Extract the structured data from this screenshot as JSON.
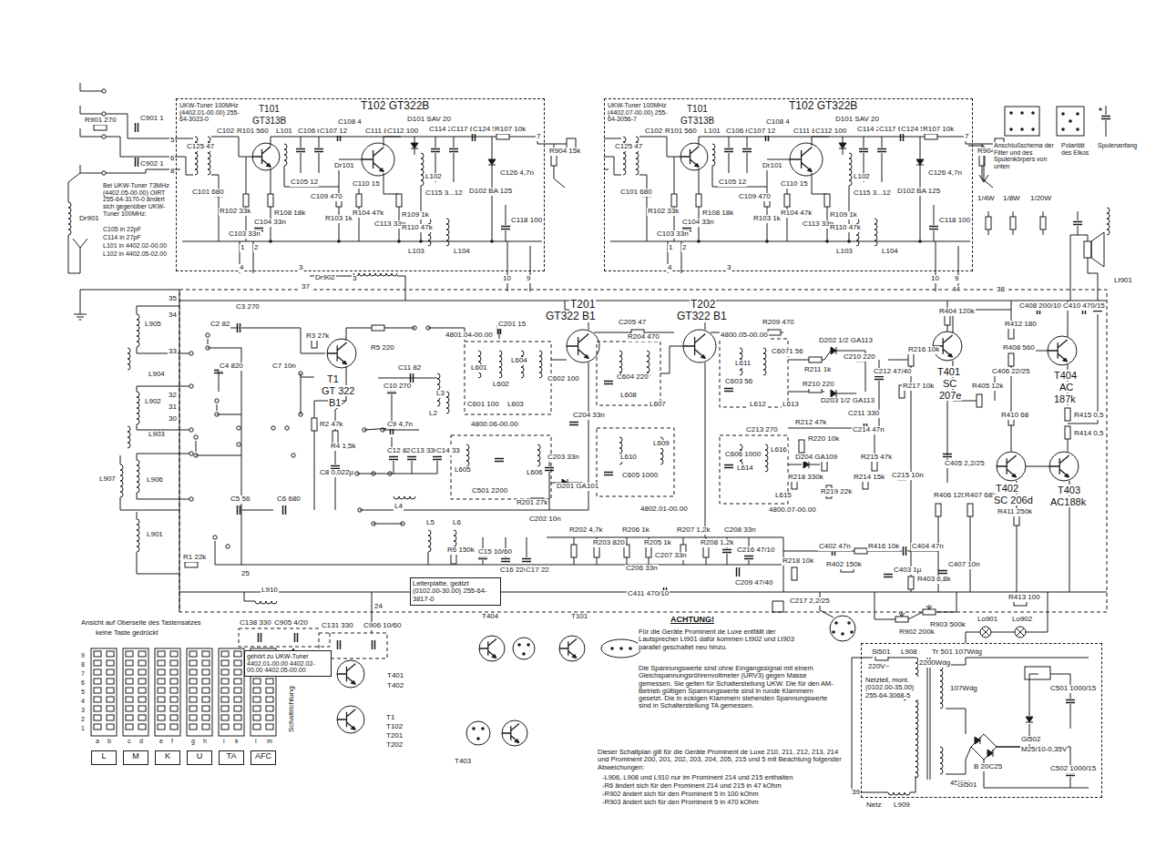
{
  "diagram": {
    "nodes": [
      {
        "text": [
          "UKW-Tuner 100MHz (4402.01-00.00) 255-64-3023-0"
        ]
      },
      {
        "text": [
          "UKW-Tuner 100MHz (4402.07-00.00) 255-64-3056-7"
        ]
      },
      {
        "text": [
          "Leiterplatte, geätzt (0102.00-30.00) 255-64-3817-0"
        ]
      },
      {
        "text": [
          "gehört zu UKW-Tuner 4402.01-00.00 4402.02-00.00 4402.05-00.00"
        ]
      },
      {
        "text": [
          "Netzteil, mont. (0102.00-35.00) 255-64-3068-5"
        ]
      },
      {
        "text": [
          "L"
        ]
      },
      {
        "text": [
          "M"
        ]
      },
      {
        "text": [
          "K"
        ]
      },
      {
        "text": [
          "U"
        ]
      },
      {
        "text": [
          "TA"
        ]
      },
      {
        "text": [
          "AFC"
        ]
      }
    ],
    "labels": [
      "T101",
      "GT313B",
      "T102 GT322B",
      "D101 SAV 20",
      "C125 47",
      "C102 56",
      "R101 560",
      "C101 680",
      "C103 33n",
      "R102 33k",
      "C104 33n",
      "R108 18k",
      "C105 12",
      "L101",
      "C106 6",
      "C107 12",
      "C108 4",
      "Dr101",
      "C109 470",
      "R103 1k",
      "C111 8",
      "C112 100",
      "C110 15",
      "R104 47k",
      "C113 33n",
      "R109 1k",
      "R110 47k",
      "L102",
      "C114 22",
      "C115 3...12",
      "C117 6",
      "C124 5",
      "R107 10k",
      "C126 4,7n",
      "D102 BA 125",
      "L103",
      "L104",
      "C118 100",
      "R904 15k",
      "1",
      "2",
      "3",
      "4",
      "10",
      "9",
      "7",
      "T101",
      "GT313B",
      "T102 GT322B",
      "D101 SAV 20",
      "C125 47",
      "C102 56",
      "R101 560",
      "C101 680",
      "C103 33n",
      "R102 33k",
      "C104 33n",
      "R108 18k",
      "C105 12",
      "L101",
      "C106 6",
      "C107 12",
      "C108 4",
      "Dr101",
      "C109 470",
      "R103 1k",
      "C111 8",
      "C112 100",
      "C110 15",
      "R104 47k",
      "C113 33n",
      "R109 1k",
      "R110 47k",
      "L102",
      "C114 22",
      "C115 3...12",
      "C117 6",
      "C124 5",
      "R107 10k",
      "C126 4,7n",
      "D102 BA 125",
      "L103",
      "L104",
      "C118 100",
      "R904 15k",
      "1",
      "2",
      "3",
      "4",
      "10",
      "9",
      "7",
      "R901 270",
      "C901 1",
      "C902 1",
      "5",
      "6",
      "8",
      "Dr901",
      "Bei UKW-Tuner 73MHz (4402.05-00.00) OIRT 255-64-3170-0 ändert sich gegenüber UKW-Tuner 100MHz:",
      "C105 in 22pF",
      "C114 in 27pF",
      "L101 in 4402.02-00.00",
      "L102 in 4402.05-02.00",
      "Dr902",
      "37",
      "3",
      "35",
      "34",
      "33",
      "32",
      "31",
      "30",
      "L905",
      "L904",
      "L902",
      "L903",
      "L907",
      "L906",
      "L901",
      "C2 82",
      "C3 270",
      "C4 820",
      "C5 56",
      "C6 680",
      "R1 22k",
      "R3 27k",
      "T1",
      "GT 322",
      "B1",
      "R2 47k",
      "R4 1,5k",
      "C8 0,022µ",
      "C7 10n",
      "R5 220",
      "C11 82",
      "C10 270",
      "C9 4,7n",
      "L3",
      "L2",
      "C12 82",
      "C13 330",
      "C14 33",
      "L4",
      "L5",
      "L6",
      "R6 150k",
      "C15 10/60",
      "C16 220",
      "C17 22",
      "T201",
      "GT322 B1",
      "T202",
      "GT322 B1",
      "C201 15",
      "4801.04-00.00",
      "L601",
      "L604",
      "L602",
      "L603",
      "C601 100",
      "C602 100",
      "4800.06-00.00",
      "L605",
      "L606",
      "C501 2200",
      "C203 33n",
      "D201 GA101",
      "R201 27k",
      "C202 10n",
      "C204 33n",
      "C205 47",
      "R204 470",
      "C604 220",
      "L608",
      "L607",
      "L610",
      "L609",
      "C605 1000",
      "4802.01-00.00",
      "R202 4,7k",
      "R203 820",
      "R206 1k",
      "R205 1k",
      "C206 33n",
      "C207 33n",
      "R207 1,2k",
      "R208 1,2k",
      "C208 33n",
      "C216 47/10",
      "R209 470",
      "4800.05-00.00",
      "C603 56",
      "L611",
      "C6071 56",
      "L612",
      "L613",
      "D202 1/2 GA113",
      "R211 1k",
      "R210 220",
      "C210 220",
      "D203 1/2 GA113",
      "C211 330",
      "C212 47/40",
      "R216 10k",
      "R217 10k",
      "C606 1000",
      "C213 270",
      "L614",
      "L616",
      "L615",
      "4800.07-00.00",
      "R212 47k",
      "R220 10k",
      "D204 GA109",
      "R218 330k",
      "R219 22k",
      "C214 47n",
      "R215 47k",
      "R214 15k",
      "C215 10n",
      "R404 120k",
      "T401",
      "SC",
      "207e",
      "R405 12k",
      "C406 22/25",
      "R408 560",
      "R412 180",
      "C408 200/10",
      "C410 470/15",
      "T404",
      "AC",
      "187k",
      "R410 68",
      "R415 0,5",
      "R414 0,5",
      "C405 2,2/25",
      "R406 120",
      "R407 68k",
      "T402",
      "SC 206d",
      "R411 250k",
      "T403",
      "AC188k",
      "Lt901",
      "44",
      "38",
      "C402 47n",
      "R402 150k",
      "R416 10k",
      "C404 47n",
      "C403 1µ",
      "R403 6,8k",
      "C407 10n",
      "R218 10k",
      "C217 2,2/25",
      "C411 470/10",
      "C209 47/40",
      "R902 200k",
      "R903 500k",
      "R413 100",
      "Lo901",
      "Lo902",
      "Si501",
      "L908",
      "220V~",
      "Tr 501 107Wdg",
      "2200Wdg",
      "107Wdg",
      "45Wdg",
      "Netz",
      "L909",
      "39",
      "B 20C25",
      "Gl501",
      "Gl502",
      "M25/10-0,35V",
      "C501 1000/15",
      "C502 1000/15",
      "Ansicht auf Oberseite des Tastensatzes",
      "keine Taste gedrückt",
      "9",
      "8",
      "7",
      "6",
      "5",
      "4",
      "3",
      "2",
      "1",
      "a",
      "b",
      "c",
      "d",
      "e",
      "f",
      "g",
      "h",
      "i",
      "k",
      "l",
      "m",
      "Schaltrichtung",
      "C138 330",
      "C905 4/20",
      "C131 330",
      "C906 10/60",
      "24",
      "25",
      "L910",
      "T404",
      "T101",
      "T401",
      "T402",
      "T1",
      "T102",
      "T201",
      "T202",
      "T403",
      "ACHTUNG!",
      "Für die Geräte Prominent de Luxe entfällt der Lautsprecher Lt901 dafür kommen Lt902 und Lt903 parallel geschaltet neu hinzu.",
      "Die Spannungswerte sind ohne Eingangssignal mit einem Gleichspannungsröhrenvoltmeter (URV3) gegen Masse gemessen. Sie gelten für Schalterstellung UKW. Die für den AM-Betrieb gültigen Spannungswerte sind in runde Klammern gesetzt. Die in eckigen Klammern stehenden Spannungswerte sind in Schalterstellung TA gemessen.",
      "Dieser Schaltplan gilt für die Geräte Prominent de Luxe 210, 211, 212, 213, 214 und Prominent 200, 201, 202, 203, 204, 205, 215 und 5 mit Beachtung folgender Abweichungen:",
      "-L906, L908 und L910 nur im Prominent 214 und 215 enthalten",
      "-R6 ändert sich für den Prominent 214 und 215 in 47 kOhm",
      "-R902 ändert sich für den Prominent 5 in 100 kOhm",
      "-R903 ändert sich für den Prominent 5 in 470 kOhm",
      "1/4W",
      "1/8W",
      "1/20W",
      "Anschlußschema der Filter und des Spulenkörpers von unten",
      "Polarität des Elkos",
      "Spulenanfang"
    ]
  }
}
